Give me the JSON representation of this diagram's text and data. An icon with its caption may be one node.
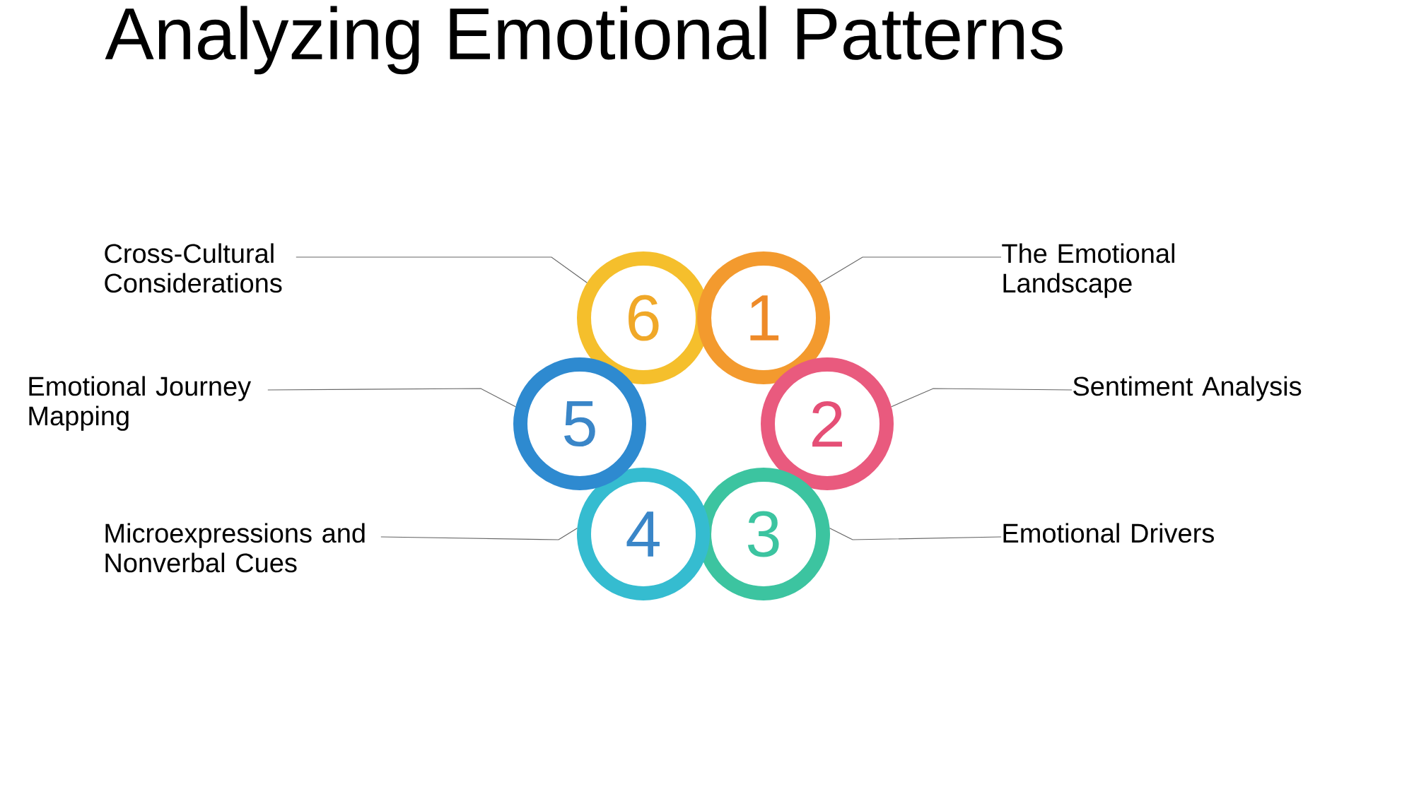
{
  "diagram": {
    "title": "Analyzing Emotional Patterns",
    "nodes": [
      {
        "text": [
          "Cross-Cultural Considerations"
        ]
      },
      {
        "text": [
          "The Emotional Landscape"
        ]
      },
      {
        "text": [
          "6"
        ]
      },
      {
        "text": [
          "1"
        ]
      },
      {
        "text": [
          "Emotional Journey Mapping"
        ]
      },
      {
        "text": [
          "5"
        ]
      },
      {
        "text": [
          "2"
        ]
      },
      {
        "text": [
          "Sentiment Analysis"
        ]
      },
      {
        "text": [
          "Microexpressions and Nonverbal Cues"
        ]
      },
      {
        "text": [
          "4"
        ]
      },
      {
        "text": [
          "3"
        ]
      },
      {
        "text": [
          "Emotional Drivers"
        ]
      }
    ],
    "edges": [
      {
        "from": 0,
        "to": 2,
        "arrow": "none"
      },
      {
        "from": 1,
        "to": 3,
        "arrow": "none"
      },
      {
        "from": 4,
        "to": 5,
        "arrow": "none"
      },
      {
        "from": 7,
        "to": 6,
        "arrow": "none"
      },
      {
        "from": 8,
        "to": 9,
        "arrow": "none"
      },
      {
        "from": 11,
        "to": 10,
        "arrow": "none"
      }
    ]
  }
}
